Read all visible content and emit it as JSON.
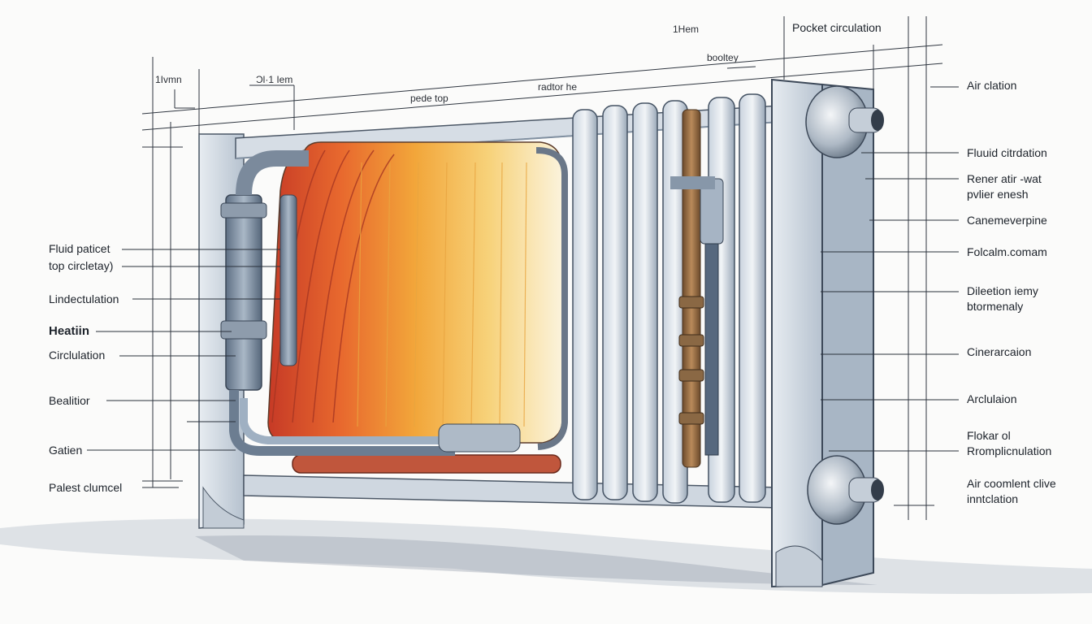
{
  "colors": {
    "hot": "#d8452c",
    "warm": "#f0a030",
    "metal": "#7d8c9e",
    "ink": "#1c222a",
    "paper": "#fbfbfa"
  },
  "dimensions": {
    "left_height": "1Ivmn",
    "inner": "Ɔl·1 Iem",
    "top_width": "1Hem",
    "pocket_label": "Pocket circulation",
    "boiler": "booltey",
    "pede_top": "pede top",
    "radiator": "radtor he"
  },
  "left_labels": [
    "Fluid paticet",
    "top circletay)",
    "Lindectulation",
    "Heatiin",
    "Circlulation",
    "Bealitior",
    "Gatien",
    "Palest clumcel"
  ],
  "right_labels": [
    "Air clation",
    "Fluuid citrdation",
    "Rener atir -wat\npvlier enesh",
    "Canemeverpine",
    "Folcalm.comam",
    "Dileetion iemy\nbtormenaly",
    "Cinerarcaion",
    "Arclulaion",
    "Flokar ol\nRromplicnulation",
    "Air coomlent clive\ninntclation"
  ]
}
